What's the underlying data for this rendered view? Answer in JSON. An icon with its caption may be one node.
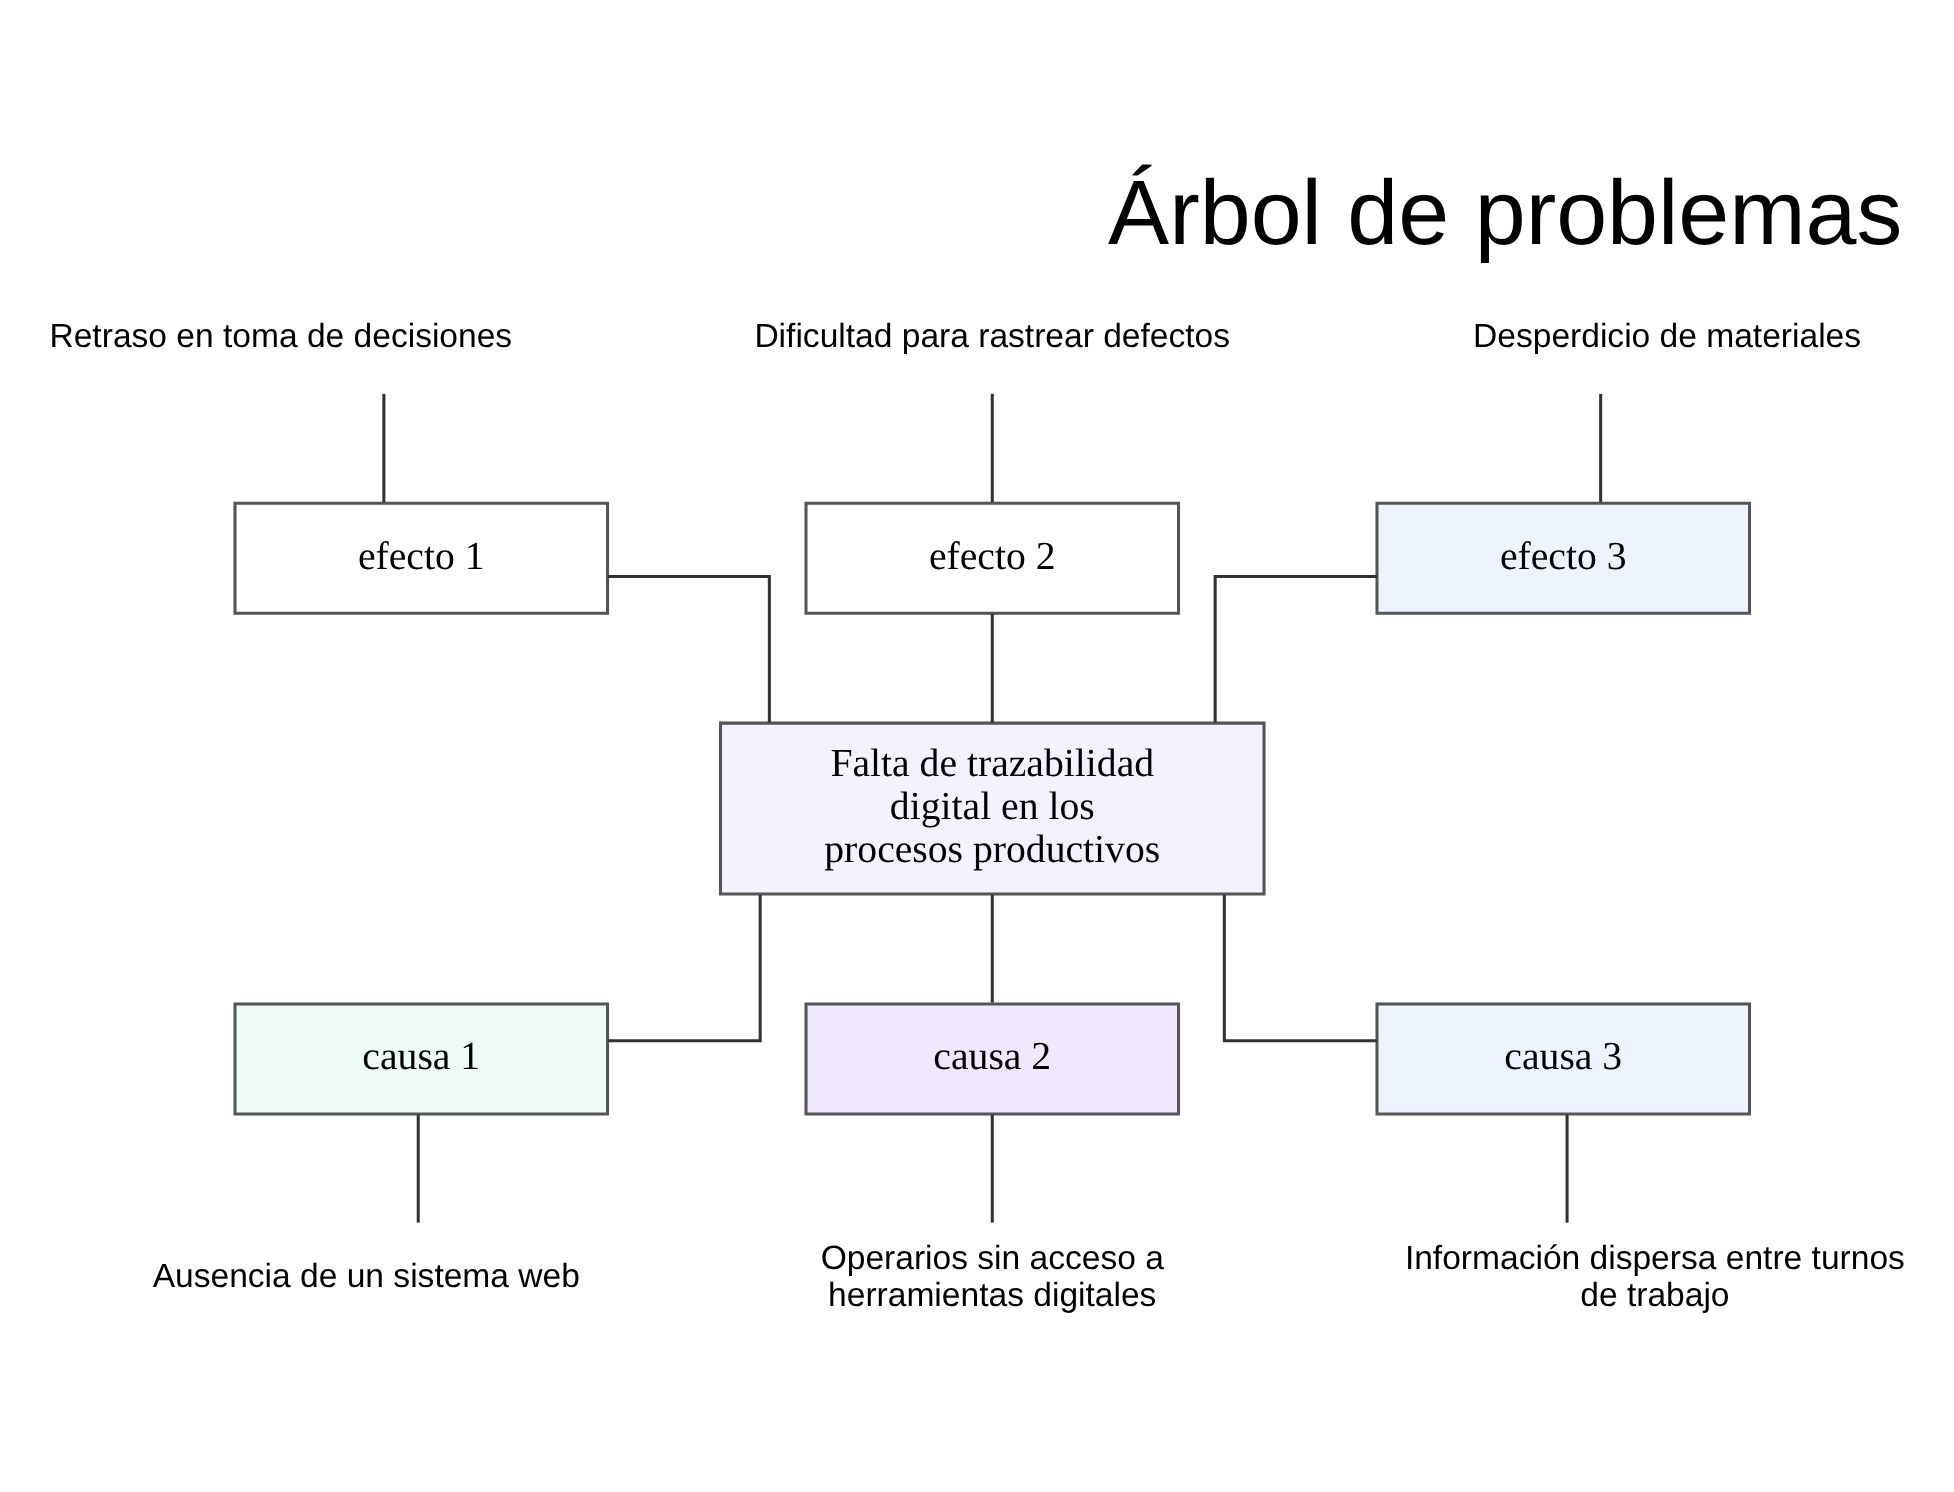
{
  "diagram": {
    "title": "Árbol de problemas",
    "nodes": [
      {
        "text": [
          "Retraso en toma de decisiones"
        ]
      },
      {
        "text": [
          "Dificultad para rastrear defectos"
        ]
      },
      {
        "text": [
          "Desperdicio de materiales"
        ]
      },
      {
        "text": [
          "efecto 1"
        ]
      },
      {
        "text": [
          "efecto 2"
        ]
      },
      {
        "text": [
          "efecto 3"
        ]
      },
      {
        "text": [
          "Falta de trazabilidad digital en los procesos productivos"
        ]
      },
      {
        "text": [
          "causa 1"
        ]
      },
      {
        "text": [
          "causa 2"
        ]
      },
      {
        "text": [
          "causa 3"
        ]
      },
      {
        "text": [
          "Ausencia de un sistema web"
        ]
      },
      {
        "text": [
          "Operarios sin acceso a herramientas digitales"
        ]
      },
      {
        "text": [
          "Información dispersa entre turnos de trabajo"
        ]
      }
    ],
    "edges": [
      {
        "from": 0,
        "to": 3,
        "arrow": "none"
      },
      {
        "from": 1,
        "to": 4,
        "arrow": "none"
      },
      {
        "from": 2,
        "to": 5,
        "arrow": "none"
      },
      {
        "from": 3,
        "to": 6,
        "arrow": "none"
      },
      {
        "from": 4,
        "to": 6,
        "arrow": "none"
      },
      {
        "from": 5,
        "to": 6,
        "arrow": "none"
      },
      {
        "from": 6,
        "to": 7,
        "arrow": "none"
      },
      {
        "from": 6,
        "to": 8,
        "arrow": "none"
      },
      {
        "from": 6,
        "to": 9,
        "arrow": "none"
      },
      {
        "from": 7,
        "to": 10,
        "arrow": "none"
      },
      {
        "from": 8,
        "to": 11,
        "arrow": "none"
      },
      {
        "from": 9,
        "to": 12,
        "arrow": "none"
      }
    ]
  }
}
